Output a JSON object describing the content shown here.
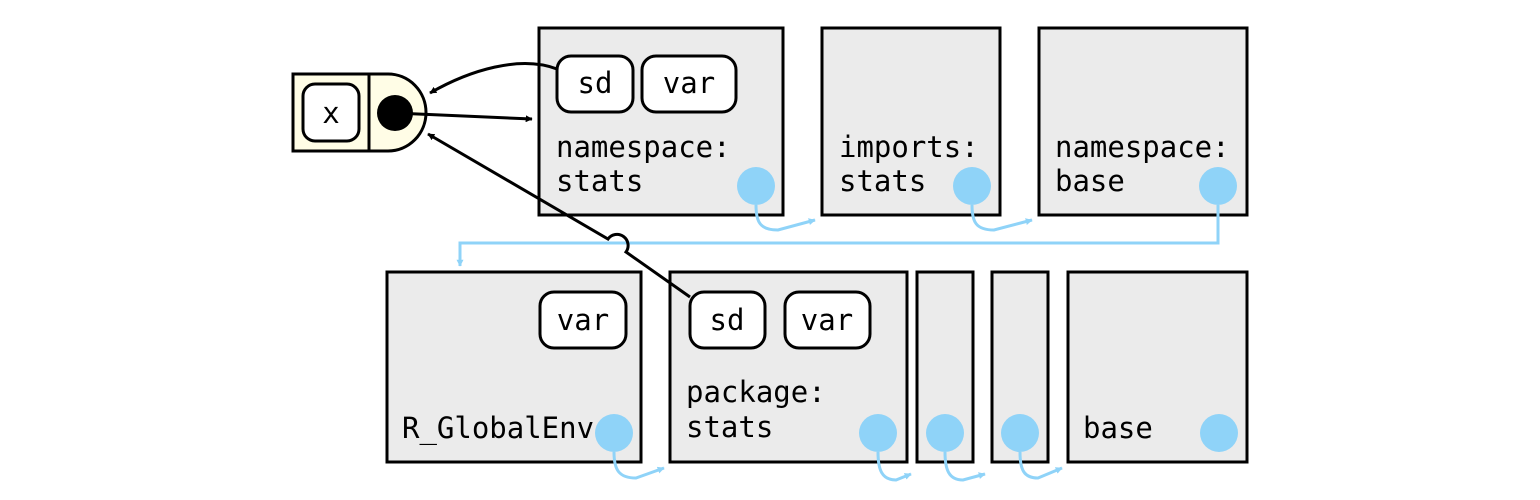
{
  "colors": {
    "environment_fill": "#ebebeb",
    "parent_pointer": "#8fd3f8",
    "function_object_fill": "#fffde6",
    "outline": "#000000"
  },
  "function_object": {
    "name": "x"
  },
  "environments": {
    "namespace_stats": {
      "label_line1": "namespace:",
      "label_line2": "stats",
      "bindings": [
        "sd",
        "var"
      ]
    },
    "imports_stats": {
      "label_line1": "imports:",
      "label_line2": "stats"
    },
    "namespace_base": {
      "label_line1": "namespace:",
      "label_line2": "base"
    },
    "global_env": {
      "label": "R_GlobalEnv",
      "bindings": [
        "var"
      ]
    },
    "package_stats": {
      "label_line1": "package:",
      "label_line2": "stats",
      "bindings": [
        "sd",
        "var"
      ]
    },
    "package_base": {
      "label": "base"
    }
  }
}
